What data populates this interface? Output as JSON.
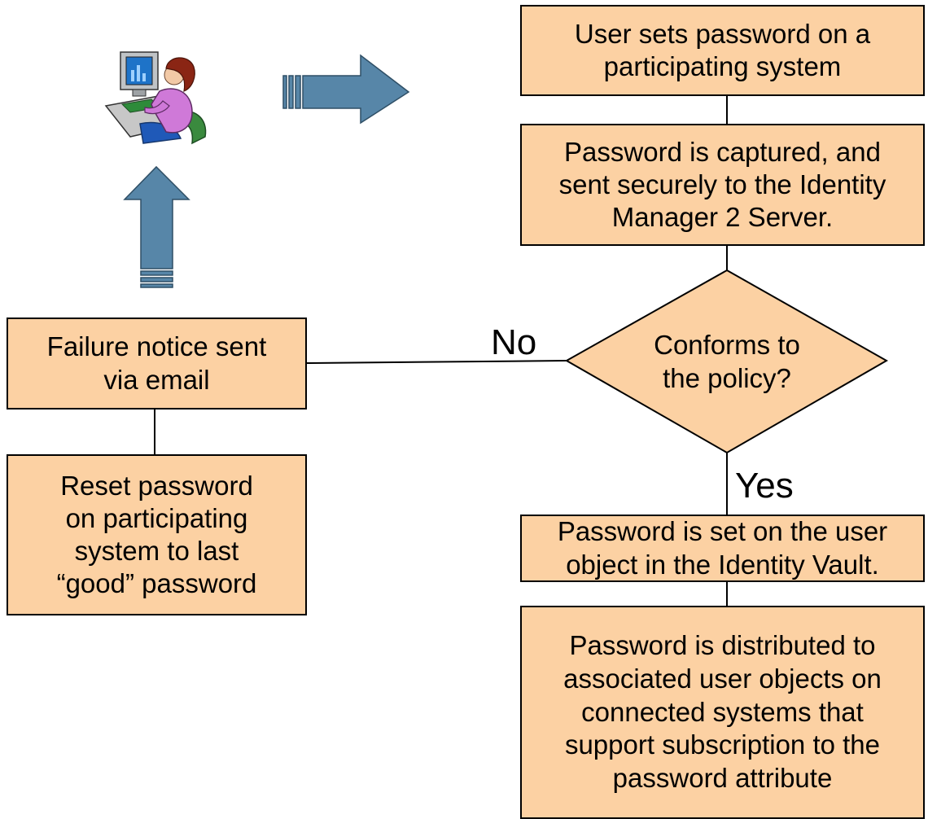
{
  "colors": {
    "box_fill": "#fcd1a3",
    "arrow_fill": "#5786a8",
    "line": "#000000"
  },
  "nodes": {
    "set_password": "User sets password on a\nparticipating system",
    "captured": "Password is captured, and\nsent securely to the Identity\nManager 2 Server.",
    "decision": "Conforms to\nthe policy?",
    "set_in_vault": "Password is set on the user\nobject in the Identity Vault.",
    "distributed": "Password is distributed to\nassociated user objects on\nconnected systems that\nsupport subscription to the\npassword attribute",
    "failure_notice": "Failure notice sent\nvia email",
    "reset_password": "Reset password\non participating\nsystem to last\n“good” password"
  },
  "edge_labels": {
    "no": "No",
    "yes": "Yes"
  },
  "icons": {
    "user": "user-at-computer-icon",
    "arrow_right": "arrow-right-icon",
    "arrow_up": "arrow-up-icon"
  }
}
